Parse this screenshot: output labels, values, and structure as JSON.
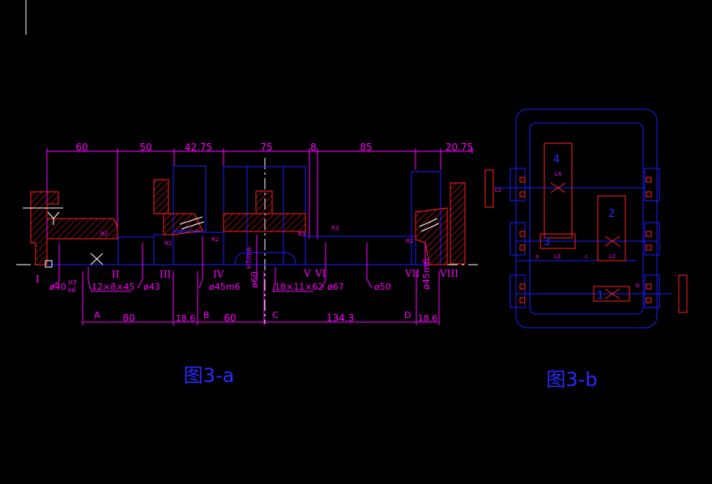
{
  "colors": {
    "background": "#000000",
    "dimension": "#ff00ff",
    "outline": "#1c1cff",
    "section": "#ff2020",
    "hatch": "#ff2020",
    "center": "#ffffff",
    "caption": "#2a2aff",
    "annotation": "#ff00ff"
  },
  "captions": {
    "fig_a": "图3-a",
    "fig_b": "图3-b"
  },
  "top_dims": [
    "60",
    "50",
    "42.75",
    "75",
    "8",
    "85",
    "20.75"
  ],
  "bottom_dims": [
    "80",
    "18.6",
    "60",
    "134.3",
    "18.6"
  ],
  "bottom_letters": [
    "A",
    "B",
    "C",
    "D"
  ],
  "section_labels": [
    "I",
    "II",
    "III",
    "IV",
    "V",
    "VI",
    "VII",
    "VIII"
  ],
  "diameter_labels": {
    "d40": "ø40",
    "d40_fit_top": "H7",
    "d40_fit_bottom": "k6",
    "spline": "12×8×45",
    "d43": "ø43",
    "d45m6_left": "ø45m6",
    "d60": "ø60",
    "d60_fit": "H7/m6",
    "spline2": "18×11×62",
    "d67": "ø67",
    "d50": "ø50",
    "d45m6_right": "ø45m6"
  },
  "radius_labels": {
    "r2_a": "R2",
    "r2_b": "R2",
    "r2_c": "R2",
    "r3_a": "R3",
    "r3_b": "R3",
    "r2_d": "R2"
  },
  "gearbox": {
    "gear_numbers": [
      "4",
      "2",
      "3",
      "1"
    ],
    "length_labels": [
      "L4",
      "L3",
      "L2",
      "L1"
    ],
    "small_labels": [
      "a",
      "c",
      "b"
    ]
  }
}
